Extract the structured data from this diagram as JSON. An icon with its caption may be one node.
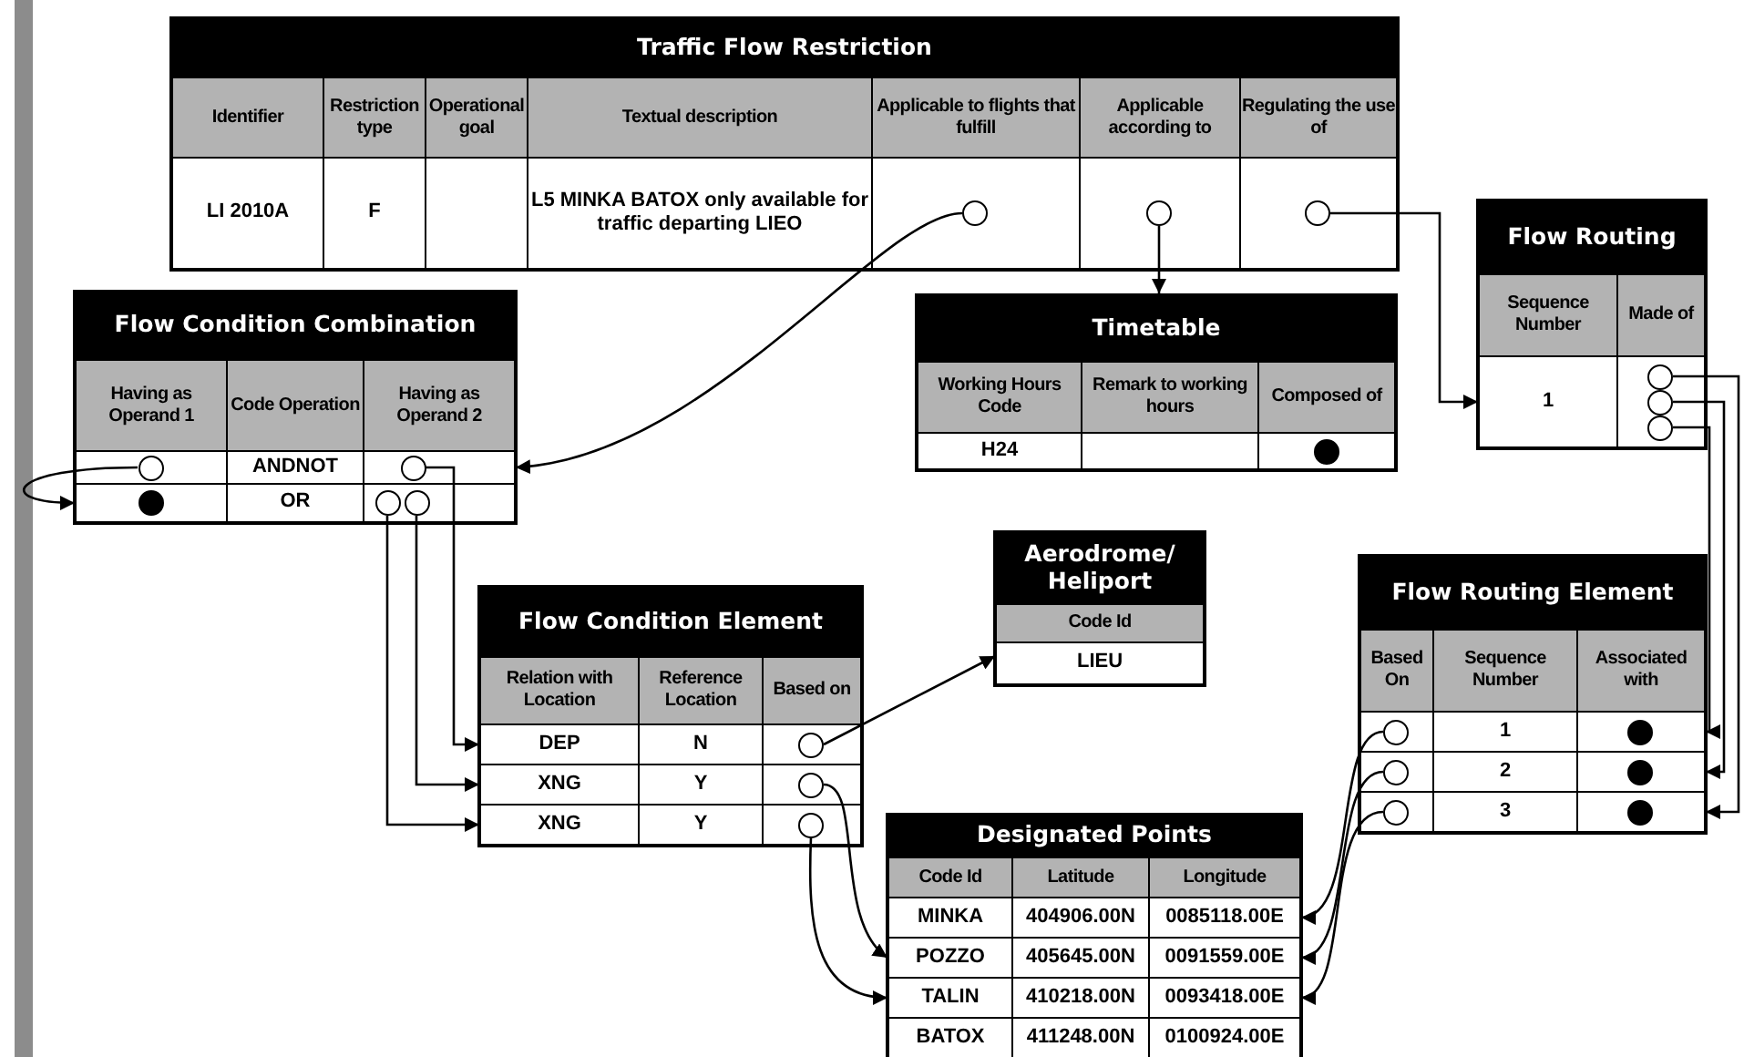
{
  "diagram": {
    "nodes": [
      {
        "text": [
          "Traffic Flow Restriction",
          "Identifier",
          "Restriction type",
          "Operational goal",
          "Textual description",
          "Applicable to flights that fulfill",
          "Applicable according to",
          "Regulating the use of"
        ]
      },
      {
        "text": [
          "LI 2010A",
          "F",
          "L5 MINKA BATOX only available for traffic departing LIEO"
        ],
        "in": 0
      },
      {
        "text": [],
        "shape": "circle",
        "in": 1
      },
      {
        "text": [],
        "shape": "circle",
        "in": 1
      },
      {
        "text": [],
        "shape": "circle",
        "in": 1
      },
      {
        "text": [
          "Timetable",
          "Working Hours Code",
          "Remark to working hours",
          "Composed of"
        ]
      },
      {
        "text": [
          "H24"
        ],
        "in": 5
      },
      {
        "text": [],
        "shape": "dot",
        "in": 6
      },
      {
        "text": [
          "Flow Condition Combination",
          "Having as Operand 1",
          "Code Operation",
          "Having as Operand 2"
        ]
      },
      {
        "text": [
          "ANDNOT"
        ],
        "in": 8
      },
      {
        "text": [],
        "shape": "circle",
        "in": 9
      },
      {
        "text": [],
        "shape": "circle",
        "in": 9
      },
      {
        "text": [
          "OR"
        ],
        "in": 8
      },
      {
        "text": [],
        "shape": "dot",
        "in": 12
      },
      {
        "text": [],
        "shape": "circle",
        "in": 12
      },
      {
        "text": [],
        "shape": "circle",
        "in": 12
      },
      {
        "text": [
          "Flow Routing",
          "Sequence Number",
          "Made of"
        ]
      },
      {
        "text": [
          "1"
        ],
        "in": 16
      },
      {
        "text": [],
        "shape": "circle",
        "in": 17
      },
      {
        "text": [],
        "shape": "circle",
        "in": 17
      },
      {
        "text": [],
        "shape": "circle",
        "in": 17
      },
      {
        "text": [
          "Flow Condition Element",
          "Relation with Location",
          "Reference Location",
          "Based on"
        ]
      },
      {
        "text": [
          "DEP",
          "N"
        ],
        "in": 21
      },
      {
        "text": [],
        "shape": "circle",
        "in": 22
      },
      {
        "text": [
          "XNG",
          "Y"
        ],
        "in": 21
      },
      {
        "text": [],
        "shape": "circle",
        "in": 24
      },
      {
        "text": [
          "XNG",
          "Y"
        ],
        "in": 21
      },
      {
        "text": [],
        "shape": "circle",
        "in": 26
      },
      {
        "text": [
          "Aerodrome/ Heliport",
          "Code Id"
        ]
      },
      {
        "text": [
          "LIEU"
        ],
        "in": 28
      },
      {
        "text": [
          "Flow Routing Element",
          "Based On",
          "Sequence Number",
          "Associated with"
        ]
      },
      {
        "text": [
          "1"
        ],
        "in": 30
      },
      {
        "text": [],
        "shape": "circle",
        "in": 31
      },
      {
        "text": [],
        "shape": "dot",
        "in": 31
      },
      {
        "text": [
          "2"
        ],
        "in": 30
      },
      {
        "text": [],
        "shape": "circle",
        "in": 34
      },
      {
        "text": [],
        "shape": "dot",
        "in": 34
      },
      {
        "text": [
          "3"
        ],
        "in": 30
      },
      {
        "text": [],
        "shape": "circle",
        "in": 37
      },
      {
        "text": [],
        "shape": "dot",
        "in": 37
      },
      {
        "text": [
          "Designated Points",
          "Code Id",
          "Latitude",
          "Longitude"
        ]
      },
      {
        "text": [
          "MINKA",
          "404906.00N",
          "0085118.00E"
        ],
        "in": 40
      },
      {
        "text": [
          "POZZO",
          "405645.00N",
          "0091559.00E"
        ],
        "in": 40
      },
      {
        "text": [
          "TALIN",
          "410218.00N",
          "0093418.00E"
        ],
        "in": 40
      },
      {
        "text": [
          "BATOX",
          "411248.00N",
          "0100924.00E"
        ],
        "in": 40
      }
    ],
    "edges": [
      {
        "from": 2,
        "to": 9,
        "arrow": "to"
      },
      {
        "from": 3,
        "to": 5,
        "arrow": "to"
      },
      {
        "from": 4,
        "to": 17,
        "arrow": "to"
      },
      {
        "from": 10,
        "to": 12,
        "arrow": "to"
      },
      {
        "from": 11,
        "to": 22,
        "arrow": "to"
      },
      {
        "from": 14,
        "to": 26,
        "arrow": "to"
      },
      {
        "from": 15,
        "to": 24,
        "arrow": "to"
      },
      {
        "from": 23,
        "to": 29,
        "arrow": "to"
      },
      {
        "from": 25,
        "to": 42,
        "arrow": "to"
      },
      {
        "from": 27,
        "to": 43,
        "arrow": "to"
      },
      {
        "from": 18,
        "to": 37,
        "arrow": "to"
      },
      {
        "from": 19,
        "to": 34,
        "arrow": "to"
      },
      {
        "from": 20,
        "to": 31,
        "arrow": "to"
      },
      {
        "from": 32,
        "to": 41,
        "arrow": "to"
      },
      {
        "from": 35,
        "to": 42,
        "arrow": "to"
      },
      {
        "from": 38,
        "to": 43,
        "arrow": "to"
      }
    ]
  }
}
